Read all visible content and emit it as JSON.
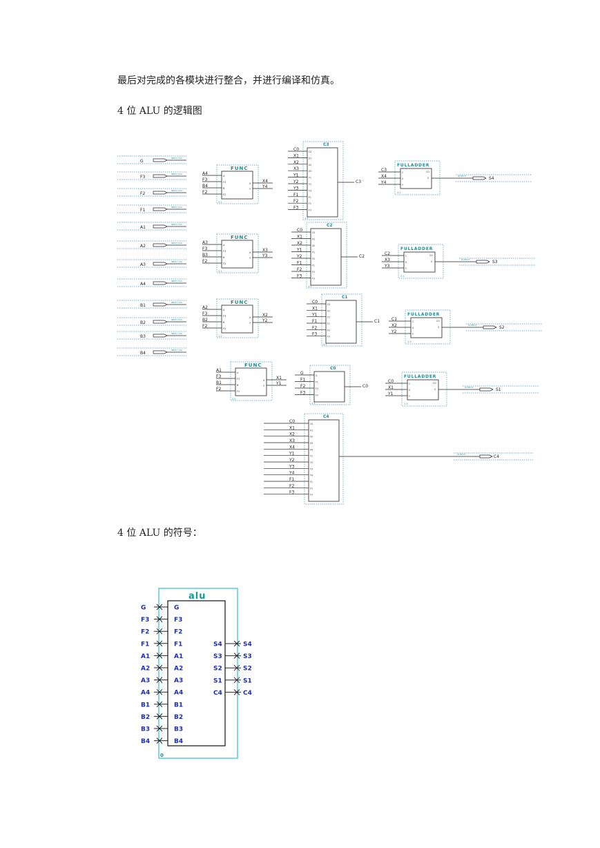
{
  "document": {
    "para1": "最后对完成的各模块进行整合，并进行编译和仿真。",
    "para2": "4 位 ALU 的逻辑图",
    "para3": "4 位 ALU 的符号："
  },
  "logic": {
    "inputs": [
      "G",
      "F3",
      "F2",
      "F1",
      "A1",
      "A2",
      "A3",
      "A4",
      "B1",
      "B2",
      "B3",
      "B4"
    ],
    "input_tag": "INPUT VCC",
    "output_tag": "OUTPUT",
    "func_title": "FUNC",
    "full_title": "FULLADDER",
    "func_pins_left": [
      "A",
      "F3",
      "B",
      "F2"
    ],
    "func_pins_right": [
      "X",
      "Y"
    ],
    "func_blocks": [
      {
        "left": [
          "A4",
          "F3",
          "B4",
          "F2"
        ],
        "right": [
          "X4",
          "Y4"
        ],
        "inst": "3.1"
      },
      {
        "left": [
          "A3",
          "F3",
          "B3",
          "F2"
        ],
        "right": [
          "X3",
          "Y3"
        ],
        "inst": "3.1"
      },
      {
        "left": [
          "A2",
          "F3",
          "B2",
          "F2"
        ],
        "right": [
          "X2",
          "Y2"
        ],
        "inst": "1.2"
      },
      {
        "left": [
          "A1",
          "F3",
          "B1",
          "F2"
        ],
        "right": [
          "X1",
          "Y1"
        ],
        "inst": "2.2"
      }
    ],
    "c_blocks": [
      {
        "title": "C3",
        "left": [
          "C0",
          "X1",
          "X2",
          "X3",
          "Y1",
          "Y2",
          "Y3",
          "F1",
          "F2",
          "F3"
        ],
        "pins": [
          "C0",
          "X1",
          "X2",
          "X3",
          "Y1",
          "Y2",
          "Y3",
          "F1",
          "F2",
          "F3"
        ],
        "out": "C3",
        "inst": "1.1"
      },
      {
        "title": "C2",
        "left": [
          "C0",
          "X1",
          "X2",
          "Y1",
          "Y2",
          "F1",
          "F2",
          "F3"
        ],
        "pins": [
          "C0",
          "X1",
          "X2",
          "Y1",
          "Y2",
          "F1",
          "F2",
          "F3"
        ],
        "out": "C2",
        "inst": "1.1"
      },
      {
        "title": "C1",
        "left": [
          "C0",
          "X1",
          "Y1",
          "F1",
          "F2",
          "F3"
        ],
        "pins": [
          "C0",
          "X1",
          "Y1",
          "F1",
          "F2",
          "F3"
        ],
        "out": "C1",
        "inst": "2.5"
      },
      {
        "title": "C0",
        "left": [
          "G",
          "F1",
          "F2",
          "F3"
        ],
        "pins": [
          "G",
          "F1",
          "F2",
          "F3"
        ],
        "out": "C0",
        "inst": "1.1"
      }
    ],
    "c4_block": {
      "title": "C4",
      "left": [
        "C0",
        "X1",
        "X2",
        "X3",
        "X4",
        "Y1",
        "Y2",
        "Y3",
        "Y4",
        "F1",
        "F2",
        "F3"
      ],
      "pins": [
        "C0",
        "X1",
        "X2",
        "X3",
        "X4",
        "Y1",
        "Y2",
        "Y3",
        "Y4",
        "F1",
        "F2",
        "F3"
      ],
      "out": "C4"
    },
    "full_blocks": [
      {
        "left": [
          "C3",
          "X4",
          "Y4"
        ],
        "out": "S4",
        "inst": "4.1"
      },
      {
        "left": [
          "C2",
          "X3",
          "Y3"
        ],
        "out": "S3",
        "inst": "3.1"
      },
      {
        "left": [
          "C1",
          "X2",
          "Y2"
        ],
        "out": "S2",
        "inst": "1.0"
      },
      {
        "left": [
          "C0",
          "X1",
          "Y1"
        ],
        "out": "S1",
        "inst": "1.3"
      }
    ],
    "full_pins_left": [
      "C",
      "X",
      "Y"
    ],
    "full_pins_right": [
      "CO",
      "S"
    ],
    "c4_output": "C4"
  },
  "symbol": {
    "title": "alu",
    "inputs": [
      "G",
      "F3",
      "F2",
      "F1",
      "A1",
      "A2",
      "A3",
      "A4",
      "B1",
      "B2",
      "B3",
      "B4"
    ],
    "outputs": [
      "S4",
      "S3",
      "S2",
      "S1",
      "C4"
    ],
    "instance": "0",
    "frame_color": "#5ccbd6",
    "pin_color": "#1a2fb5",
    "title_color": "#159a93"
  }
}
